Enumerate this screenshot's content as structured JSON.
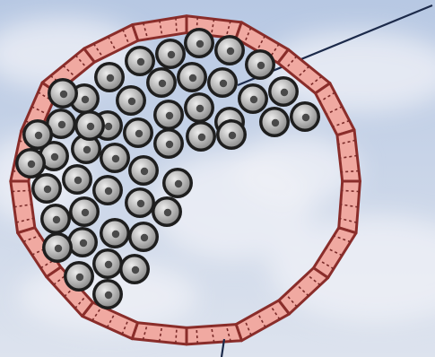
{
  "diagram": {
    "kind": "circular membrane enclosing packed spherical cells",
    "colors": {
      "sky_top": "#b7c8e3",
      "sky_bottom": "#dde3ee",
      "cloud": "#f0f2f7",
      "membrane_fill": "#f0a9a1",
      "membrane_outline": "#8a2d2a",
      "membrane_dots": "#7a2a28",
      "cell_outer": "#1e1e1e",
      "cell_fill": "#b9b9b9",
      "cell_highlight": "#ececec",
      "cell_nucleus": "#4a4a4a",
      "pointer_line": "#1c2a4a"
    },
    "cell_count": 48,
    "cell_shape": "sphere-icon",
    "membrane_shape": "dashed-ring-icon",
    "pointer_lines": 2
  }
}
